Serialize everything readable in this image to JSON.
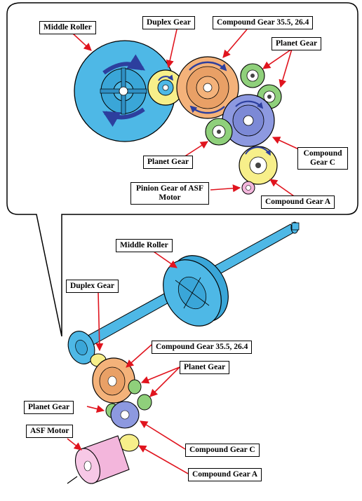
{
  "colors": {
    "roller": "#4eb8e6",
    "roller_dark": "#2f8fc4",
    "duplex_gear": "#f7ef8a",
    "compound_35": "#f4b27a",
    "planet_gear": "#8fd07b",
    "compound_c": "#8d99e0",
    "compound_a": "#f7ef8a",
    "motor": "#f3b6dc",
    "arrow_blue": "#2d3f9e",
    "leader_red": "#e0141e"
  },
  "top": {
    "labels": {
      "middle_roller": "Middle Roller",
      "duplex_gear": "Duplex Gear",
      "compound_35": "Compound Gear 35.5, 26.4",
      "planet_gear_right": "Planet Gear",
      "planet_gear_left": "Planet Gear",
      "compound_c": "Compound Gear C",
      "pinion": "Pinion Gear of ASF Motor",
      "compound_a": "Compound Gear A"
    }
  },
  "bottom": {
    "labels": {
      "middle_roller": "Middle Roller",
      "duplex_gear": "Duplex Gear",
      "compound_35": "Compound Gear 35.5, 26.4",
      "planet_gear_right": "Planet Gear",
      "planet_gear_left": "Planet Gear",
      "asf_motor": "ASF Motor",
      "compound_c": "Compound Gear C",
      "compound_a": "Compound Gear A"
    }
  }
}
